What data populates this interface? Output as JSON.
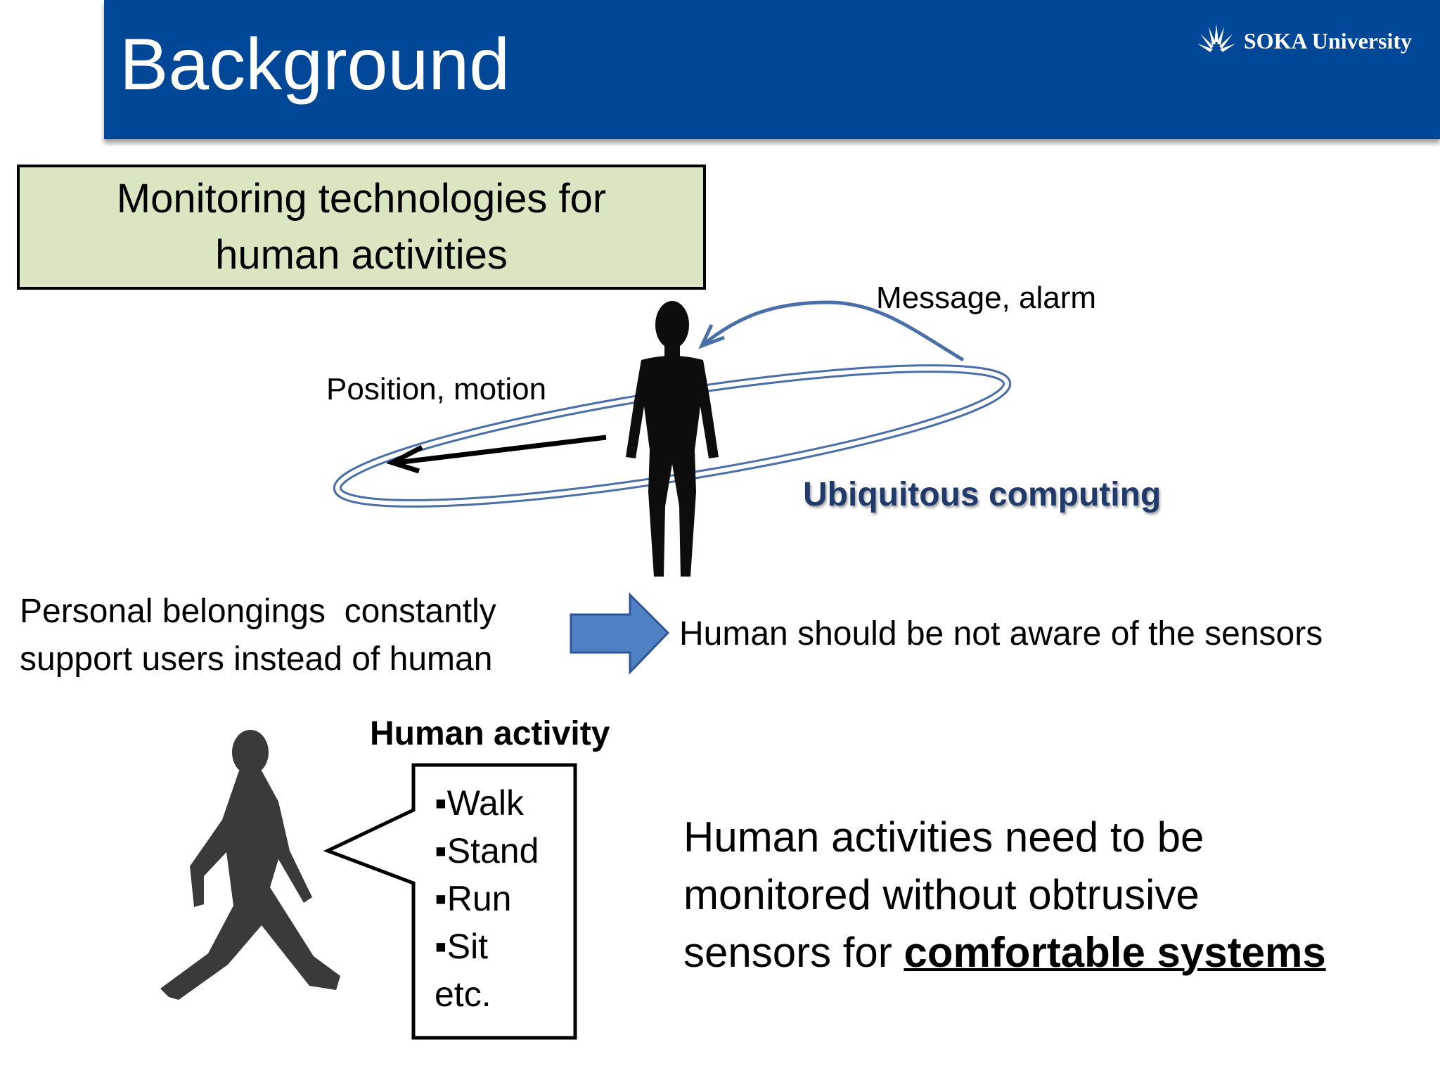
{
  "slide": {
    "title": "Background",
    "logo_text": "SOKA University",
    "topic_box": {
      "line1": "Monitoring technologies for",
      "line2": "human activities"
    },
    "labels": {
      "message_alarm": "Message, alarm",
      "position_motion": "Position, motion",
      "ubiquitous": "Ubiquitous computing"
    },
    "belongings": {
      "line1": "Personal belongings  constantly",
      "line2": "support users instead of human"
    },
    "aware_statement": "Human should be not aware of the sensors",
    "activity": {
      "heading": "Human activity",
      "items": [
        "▪Walk",
        "▪Stand",
        "▪Run",
        "▪Sit"
      ],
      "etc": "etc."
    },
    "conclusion": {
      "line1": "Human activities need to be",
      "line2": "monitored without obtrusive",
      "line3_prefix": "sensors for ",
      "line3_emphasis": "comfortable systems"
    }
  },
  "colors": {
    "header": "#004798",
    "topic_box": "#d9e6c1",
    "orbit": "#4a6fa8",
    "arrow": "#4f81c4",
    "ubiquitous_text": "#1f3a6b"
  }
}
